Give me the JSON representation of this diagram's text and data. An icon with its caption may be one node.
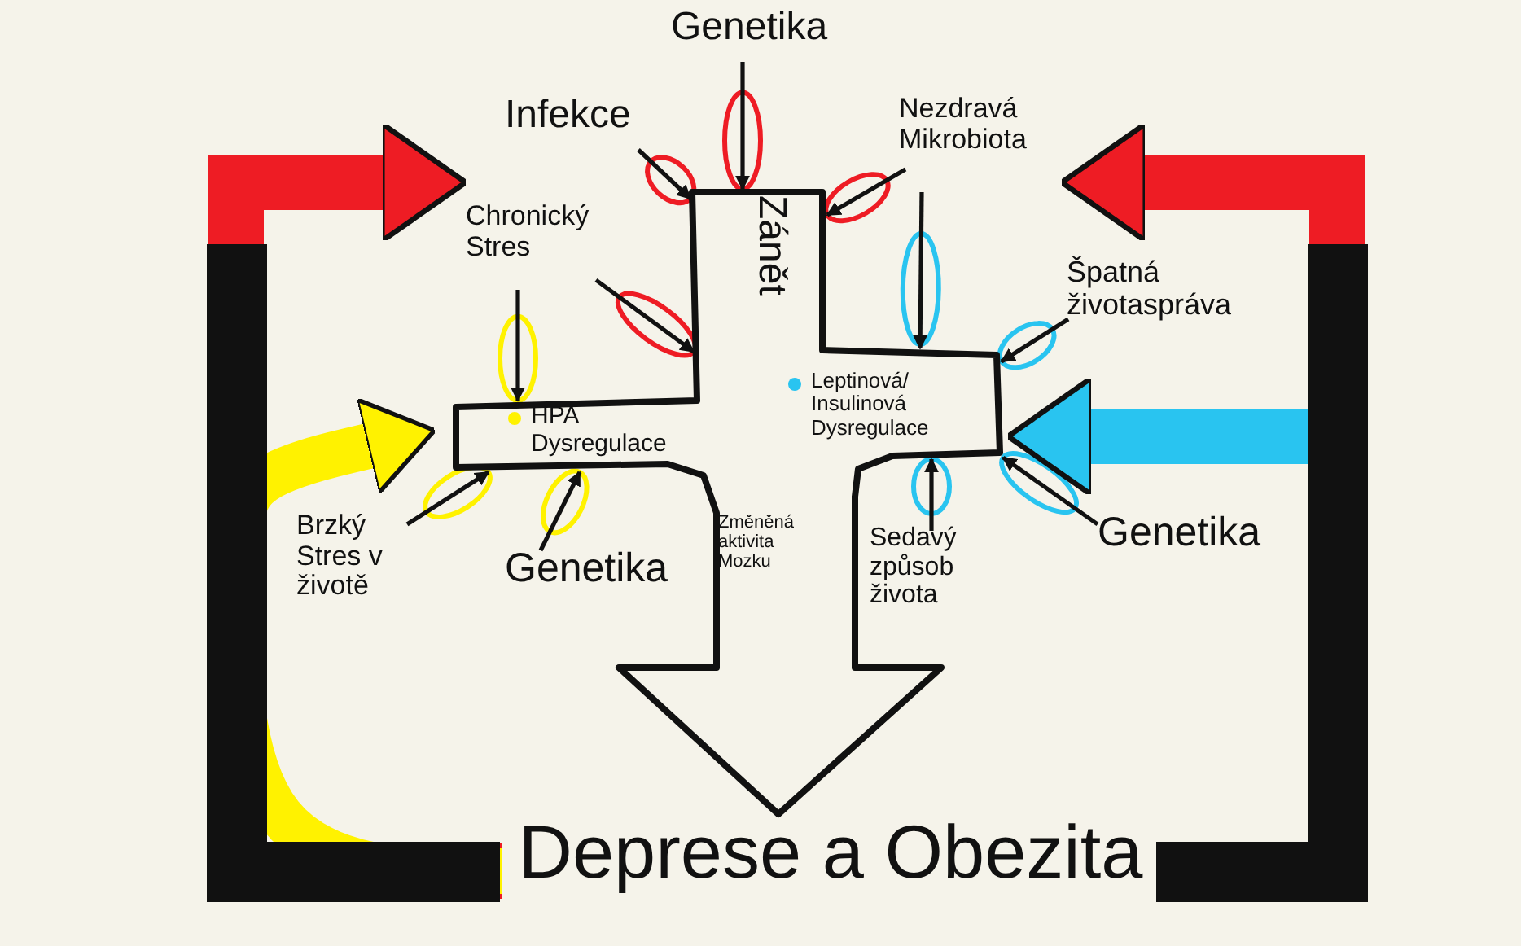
{
  "diagram": {
    "nodes": [
      {
        "text": [
          "Zánět",
          "HPA Dysregulace",
          "Leptinová/ Insulinová Dysregulace",
          "Změněná aktivita Mozku"
        ]
      },
      {
        "text": [
          "Genetika"
        ]
      },
      {
        "text": [
          "Infekce"
        ]
      },
      {
        "text": [
          "Nezdravá Mikrobiota"
        ]
      },
      {
        "text": [
          "Chronický Stres"
        ]
      },
      {
        "text": [
          "Špatná životaspráva"
        ]
      },
      {
        "text": [
          "Brzký Stres v životě"
        ]
      },
      {
        "text": [
          "Genetika"
        ]
      },
      {
        "text": [
          "Sedavý způsob života"
        ]
      },
      {
        "text": [
          "Genetika"
        ]
      },
      {
        "text": [
          "Deprese a Obezita"
        ]
      }
    ],
    "edges": [
      {
        "from": 1,
        "to": 0,
        "arrow": "to"
      },
      {
        "from": 2,
        "to": 0,
        "arrow": "to"
      },
      {
        "from": 3,
        "to": 0,
        "arrow": "to"
      },
      {
        "from": 4,
        "to": 0,
        "arrow": "to"
      },
      {
        "from": 4,
        "to": 0,
        "arrow": "to"
      },
      {
        "from": 3,
        "to": 0,
        "arrow": "to"
      },
      {
        "from": 5,
        "to": 0,
        "arrow": "to"
      },
      {
        "from": 6,
        "to": 0,
        "arrow": "to"
      },
      {
        "from": 7,
        "to": 0,
        "arrow": "to"
      },
      {
        "from": 8,
        "to": 0,
        "arrow": "to"
      },
      {
        "from": 9,
        "to": 0,
        "arrow": "to"
      },
      {
        "from": 10,
        "to": 4,
        "arrow": "to",
        "style": "thick",
        "color": "#ee1c24"
      },
      {
        "from": 10,
        "to": 0,
        "arrow": "to",
        "style": "thick",
        "color": "#fff200"
      },
      {
        "from": 10,
        "to": 3,
        "arrow": "to",
        "style": "thick",
        "color": "#ee1c24"
      },
      {
        "from": 10,
        "to": 0,
        "arrow": "to",
        "style": "thick",
        "color": "#29c4f0"
      }
    ]
  }
}
